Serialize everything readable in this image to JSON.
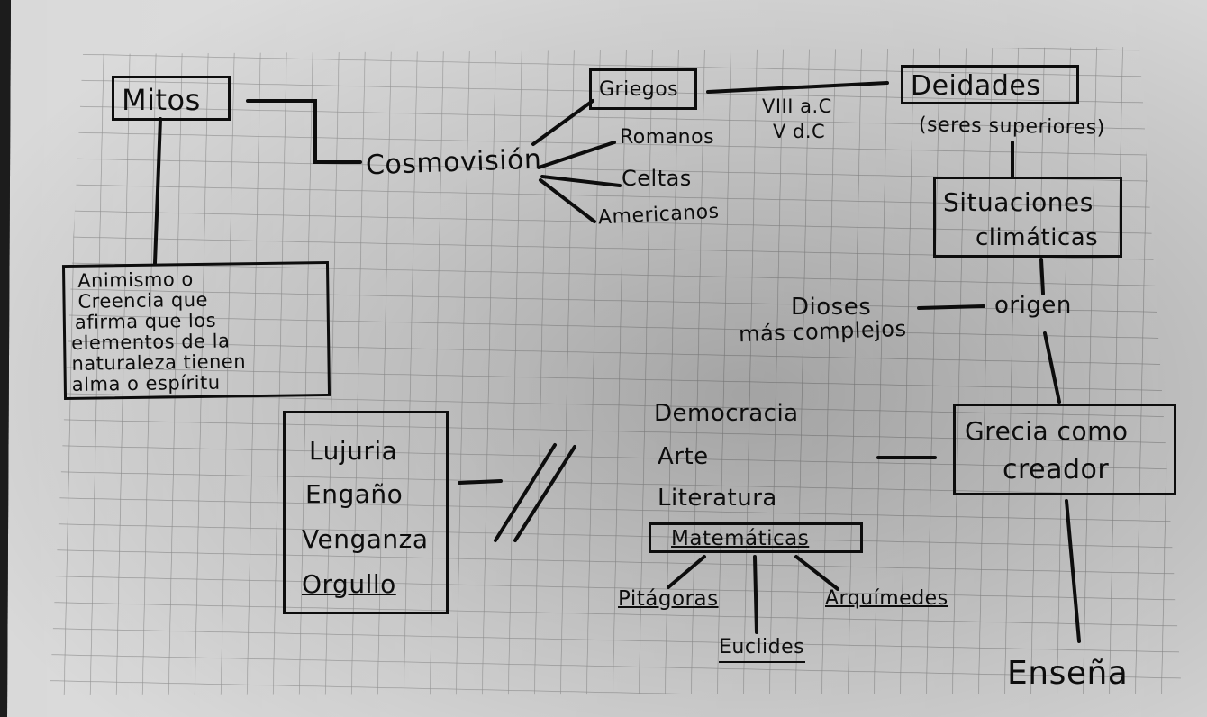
{
  "mind_map": {
    "central": {
      "mitos": "Mitos",
      "cosmovision": "Cosmovisión"
    },
    "civilizations": {
      "griegos": "Griegos",
      "romanos": "Romanos",
      "celtas": "Celtas",
      "americanos": "Americanos",
      "dates": [
        "VIII a.C",
        "V d.C"
      ]
    },
    "deities": {
      "title": "Deidades",
      "subtitle": "(seres superiores)"
    },
    "situations": {
      "line1": "Situaciones",
      "line2": "climáticas"
    },
    "origin": {
      "label": "origen",
      "gods_line1": "Dioses",
      "gods_line2": "más complejos"
    },
    "animism": {
      "lines": [
        "Animismo o",
        "Creencia que",
        "afirma que los",
        "elementos de la",
        "naturaleza tienen",
        "alma o espíritu"
      ]
    },
    "vices": {
      "items": [
        "Lujuria",
        "Engaño",
        "Venganza",
        "Orgullo"
      ]
    },
    "contributions": {
      "items": [
        "Democracia",
        "Arte",
        "Literatura"
      ],
      "math": "Matemáticas",
      "mathematicians": [
        "Pitágoras",
        "Euclides",
        "Arquímedes"
      ]
    },
    "creator": {
      "line1": "Grecia como",
      "line2": "creador"
    },
    "teaches": "Enseña"
  },
  "colors": {
    "ink": "#0d0d0d",
    "paper": "#d6d6d6",
    "grid": "#8f8f8f"
  }
}
